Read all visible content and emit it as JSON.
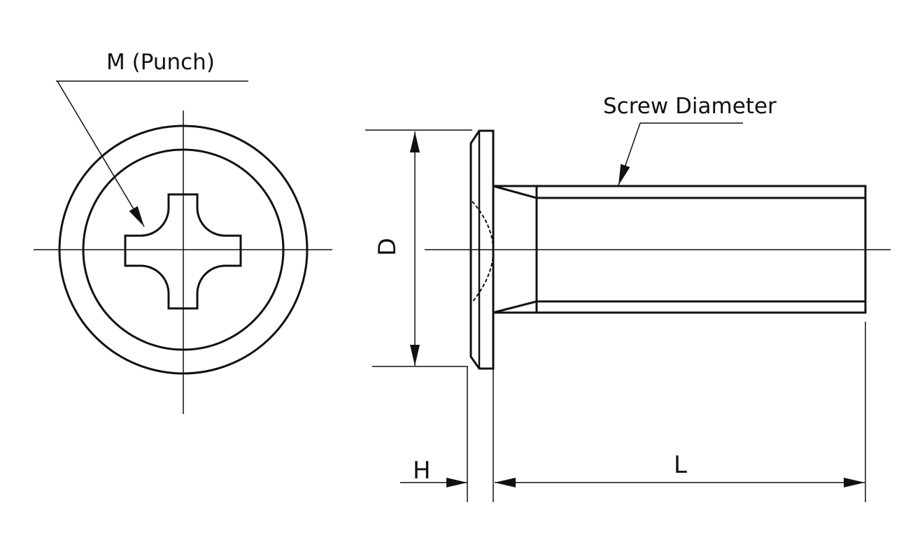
{
  "labels": {
    "punch": "M (Punch)",
    "screw_diameter": "Screw Diameter",
    "diameter": "D",
    "height": "H",
    "length": "L"
  },
  "colors": {
    "line": "#111111",
    "background": "#ffffff"
  }
}
